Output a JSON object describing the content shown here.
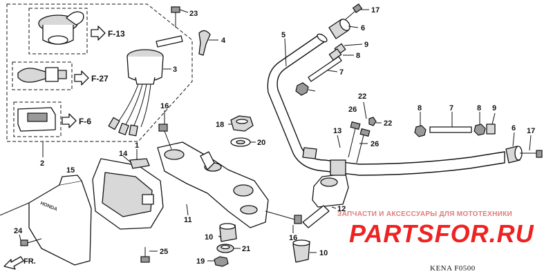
{
  "callouts": [
    {
      "id": "c23",
      "text": "23"
    },
    {
      "id": "c17a",
      "text": "17"
    },
    {
      "id": "c6a",
      "text": "6"
    },
    {
      "id": "c9a",
      "text": "9"
    },
    {
      "id": "c8a",
      "text": "8"
    },
    {
      "id": "c7a",
      "text": "7"
    },
    {
      "id": "c5",
      "text": "5"
    },
    {
      "id": "c4",
      "text": "4"
    },
    {
      "id": "c3",
      "text": "3"
    },
    {
      "id": "c2",
      "text": "2"
    },
    {
      "id": "c16a",
      "text": "16"
    },
    {
      "id": "c18",
      "text": "18"
    },
    {
      "id": "c20",
      "text": "20"
    },
    {
      "id": "c22a",
      "text": "22"
    },
    {
      "id": "c26a",
      "text": "26"
    },
    {
      "id": "c22b",
      "text": "22"
    },
    {
      "id": "c13",
      "text": "13"
    },
    {
      "id": "c26b",
      "text": "26"
    },
    {
      "id": "c8b",
      "text": "8"
    },
    {
      "id": "c7b",
      "text": "7"
    },
    {
      "id": "c8c",
      "text": "8"
    },
    {
      "id": "c9b",
      "text": "9"
    },
    {
      "id": "c6b",
      "text": "6"
    },
    {
      "id": "c17b",
      "text": "17"
    },
    {
      "id": "c14",
      "text": "14"
    },
    {
      "id": "c1",
      "text": "1"
    },
    {
      "id": "c15",
      "text": "15"
    },
    {
      "id": "c11",
      "text": "11"
    },
    {
      "id": "c12",
      "text": "12"
    },
    {
      "id": "c16b",
      "text": "16"
    },
    {
      "id": "c10a",
      "text": "10"
    },
    {
      "id": "c21",
      "text": "21"
    },
    {
      "id": "c19",
      "text": "19"
    },
    {
      "id": "c25",
      "text": "25"
    },
    {
      "id": "c24",
      "text": "24"
    },
    {
      "id": "c10b",
      "text": "10"
    }
  ],
  "references": [
    {
      "id": "r1",
      "text": "F-13"
    },
    {
      "id": "r2",
      "text": "F-27"
    },
    {
      "id": "r3",
      "text": "F-6"
    }
  ],
  "front_marker": "FR.",
  "cover_brand": "HONDA",
  "watermark": {
    "line": "ЗАПЧАСТИ И АКСЕССУАРЫ ДЛЯ МОТОТЕХНИКИ",
    "logo": "PARTSFOR.RU"
  },
  "diagram_code": "KENA F0500"
}
